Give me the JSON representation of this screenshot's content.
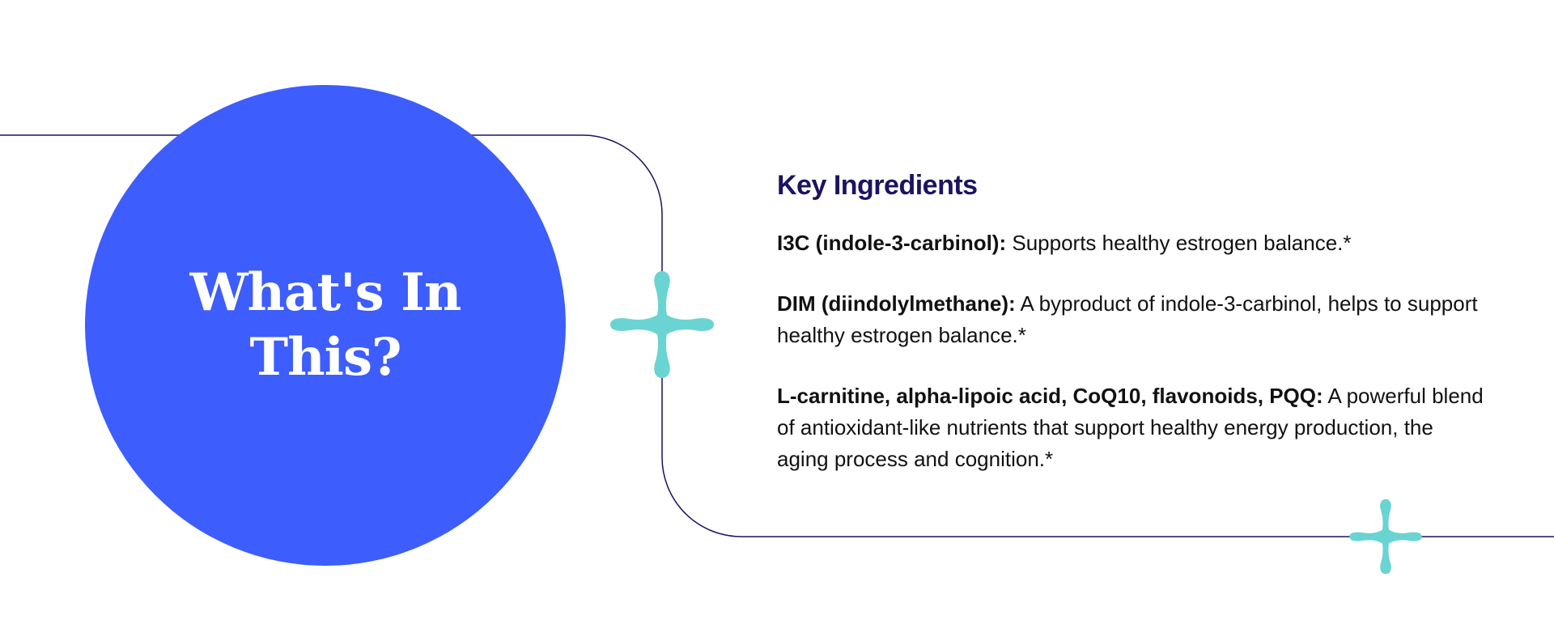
{
  "hero": {
    "title": "What's In This?"
  },
  "ingredients": {
    "title": "Key Ingredients",
    "items": [
      {
        "name": "I3C (indole-3-carbinol):",
        "description": " Supports healthy estrogen balance.*"
      },
      {
        "name": "DIM (diindolylmethane):",
        "description": " A byproduct of indole-3-carbinol, helps to support healthy estrogen balance.*"
      },
      {
        "name": "L-carnitine, alpha-lipoic acid, CoQ10, flavonoids, PQQ:",
        "description": " A powerful blend of antioxidant-like nutrients that support healthy energy production, the aging process and cognition.*"
      }
    ]
  },
  "colors": {
    "circle": "#3d5dfd",
    "heading": "#1c1361",
    "line": "#1c1361",
    "accent": "#6ad4d2",
    "text": "#111111"
  },
  "icons": [
    "plus-sparkle-icon",
    "plus-sparkle-icon"
  ]
}
